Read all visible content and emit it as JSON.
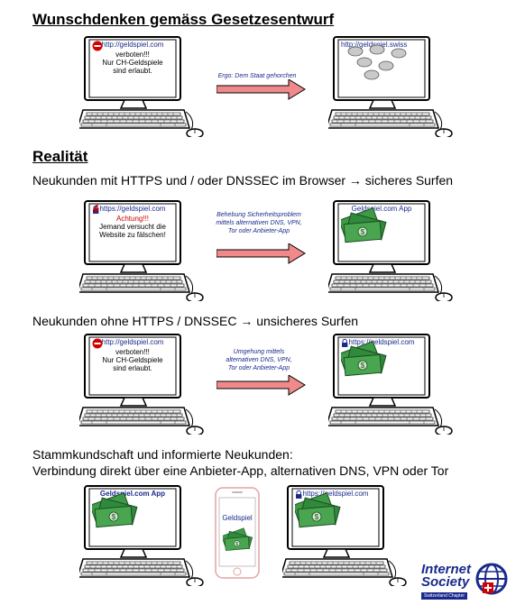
{
  "title": "Wunschdenken gemäss Gesetzesentwurf",
  "reality_heading": "Realität",
  "sections": {
    "wish": {
      "left_url": "http://geldspiel.com",
      "left_lines": [
        "verboten!!!",
        "Nur CH-Geldspiele",
        "sind erlaubt."
      ],
      "arrow_label": "Ergo: Dem Staat gehorchen",
      "right_url": "http://geldspiel.swiss"
    },
    "https": {
      "subtitle": "Neukunden mit HTTPS und / oder DNSSEC im Browser → sicheres Surfen",
      "left_url": "https://geldspiel.com",
      "warning": "Achtung!!!",
      "left_lines": [
        "Jemand versucht die",
        "Website zu fälschen!"
      ],
      "arrow_label": [
        "Behebung Sicherheitsproblem",
        "mittels alternativen DNS, VPN,",
        "Tor oder Anbieter-App"
      ],
      "right_title": "Geldspiel.com App"
    },
    "nohttps": {
      "subtitle": "Neukunden ohne HTTPS / DNSSEC → unsicheres Surfen",
      "left_url": "http://geldspiel.com",
      "left_lines": [
        "verboten!!!",
        "Nur CH-Geldspiele",
        "sind erlaubt."
      ],
      "arrow_label": [
        "Umgehung mittels",
        "alternativen DNS, VPN,",
        "Tor oder Anbieter-App"
      ],
      "right_url": "https://geldspiel.com"
    },
    "regular": {
      "subtitle_line1": "Stammkundschaft und informierte Neukunden:",
      "subtitle_line2": "Verbindung direkt über eine Anbieter-App, alternativen DNS, VPN oder Tor",
      "left_title": "Geldspiel.com App",
      "phone_title": "Geldspiel",
      "right_url": "https://geldspiel.com"
    }
  },
  "logo": {
    "line1": "Internet",
    "line2": "Society",
    "chapter": "Switzerland Chapter"
  },
  "colors": {
    "arrow_fill": "#f08a8a",
    "link": "#1a2a8c",
    "stop": "#d40000",
    "money": "#2f8a3b"
  }
}
